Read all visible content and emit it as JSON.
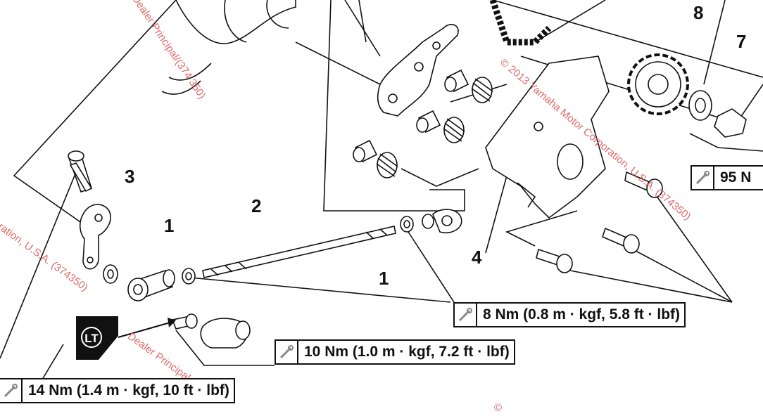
{
  "callouts": [
    "1",
    "1",
    "2",
    "3",
    "4",
    "7",
    "8"
  ],
  "torque": {
    "t8": "8 Nm (0.8 m · kgf, 5.8 ft · lbf)",
    "t10": "10 Nm (1.0 m · kgf, 7.2 ft · lbf)",
    "t14": "14 Nm (1.4 m · kgf, 10 ft · lbf)",
    "t95": "95 N"
  },
  "lt_badge": "LT",
  "watermarks": {
    "w1": "Dealer Principal/(374 350)",
    "w2": "© 2013 Yamaha Motor Corporation, U.S.A. (374350)",
    "w3": "ration, U.S.A. (374350)",
    "w4": "Dealer Principal",
    "w5": "©"
  },
  "colors": {
    "line": "#111111",
    "watermark": "#e06a6a"
  }
}
